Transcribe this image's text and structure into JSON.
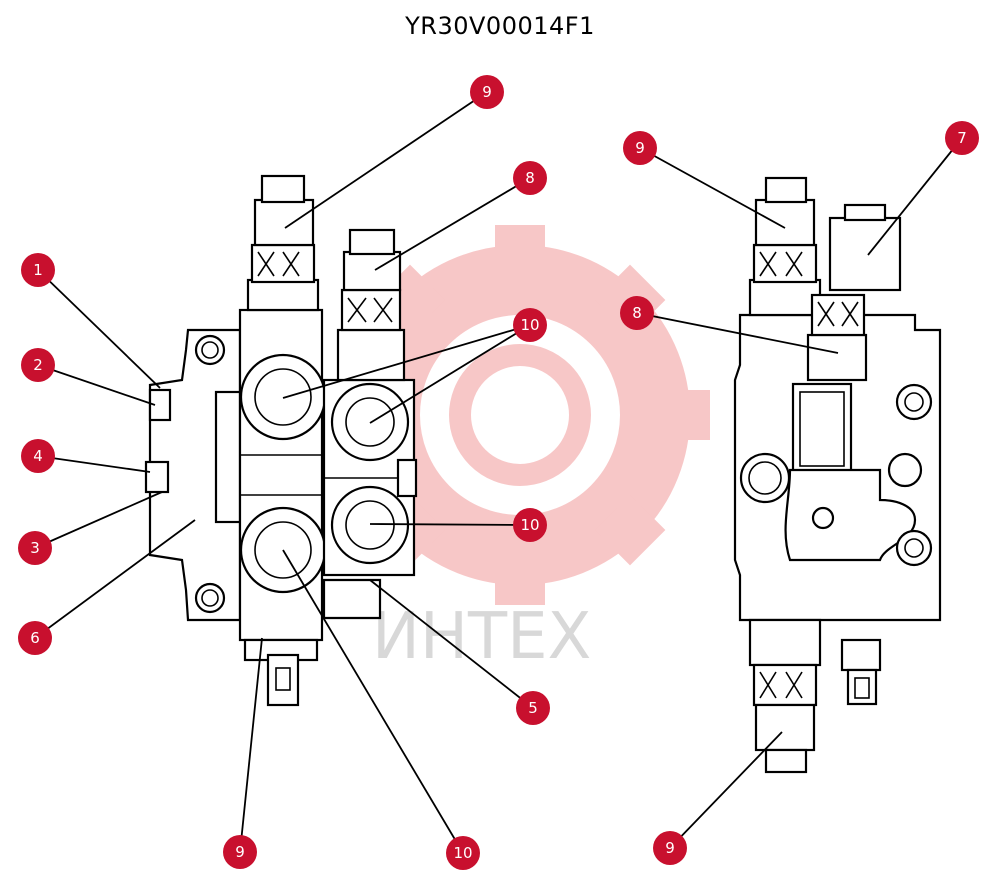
{
  "title": "YR30V00014F1",
  "watermark": {
    "text": "ИНТЕХ",
    "gear_color": "#f8c8c8",
    "text_color": "#d8d8d8"
  },
  "callout_color": "#c8102e",
  "callouts": [
    {
      "id": "c-9-top-left",
      "label": "9"
    },
    {
      "id": "c-8-top",
      "label": "8"
    },
    {
      "id": "c-10-top",
      "label": "10"
    },
    {
      "id": "c-1",
      "label": "1"
    },
    {
      "id": "c-2",
      "label": "2"
    },
    {
      "id": "c-4",
      "label": "4"
    },
    {
      "id": "c-3",
      "label": "3"
    },
    {
      "id": "c-10-mid",
      "label": "10"
    },
    {
      "id": "c-6",
      "label": "6"
    },
    {
      "id": "c-5",
      "label": "5"
    },
    {
      "id": "c-9-bottom-left",
      "label": "9"
    },
    {
      "id": "c-10-bottom",
      "label": "10"
    },
    {
      "id": "c-9-top-right",
      "label": "9"
    },
    {
      "id": "c-7",
      "label": "7"
    },
    {
      "id": "c-8-right",
      "label": "8"
    },
    {
      "id": "c-9-bottom-right",
      "label": "9"
    }
  ]
}
